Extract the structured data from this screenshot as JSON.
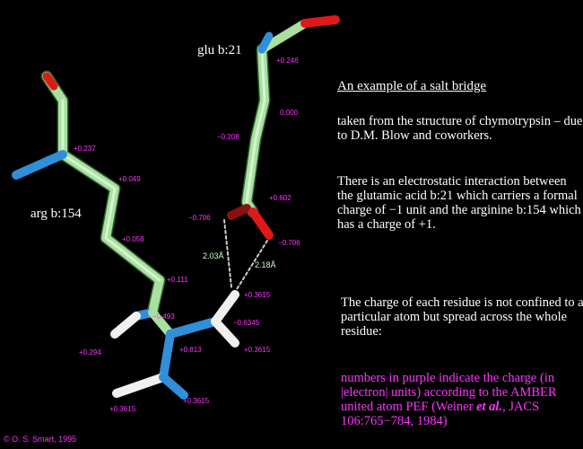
{
  "labels": {
    "glu": "glu b:21",
    "arg": "arg b:154"
  },
  "title": "An example of a salt bridge",
  "paragraphs": {
    "p1": "taken from the structure of chymotrypsin – due to D.M. Blow and coworkers.",
    "p2": "There is an electrostatic interaction between  the glutamic acid b:21 which carriers a formal charge of −1 unit and the arginine b:154 which has a charge of +1.",
    "p3": "The charge of each residue is not confined to a particular atom but spread across the whole residue:",
    "p4_a": "numbers in purple indicate the charge (in |electron| units) according to the AMBER united atom PEF (Weiner ",
    "p4_em": "et al.",
    "p4_b": ", JACS 106:765−784, 1984)"
  },
  "credit": "© O. S. Smart, 1995",
  "charges": {
    "c1": "+0.246",
    "c2": "0.000",
    "c3": "−0.208",
    "c4": "+0.602",
    "c5": "−0.706",
    "c6": "−0.706",
    "c7": "+0.237",
    "c8": "+0.049",
    "c9": "+0.058",
    "c10": "+0.111",
    "c11": "−0.493",
    "c12": "+0.3615",
    "c13": "−0.6345",
    "c14": "+0.294",
    "c15": "+0.813",
    "c16": "+0.3615",
    "c17": "+0.3615",
    "c18": "+0.3615"
  },
  "distances": {
    "d1": "2.03Å",
    "d2": "2.18Å"
  },
  "colors": {
    "carbon": "#a8e0a0",
    "nitrogen": "#2f8fd8",
    "oxygen": "#e01818",
    "hydrogen": "#f0f0f0",
    "charge_text": "#ff33ff",
    "background": "#000000"
  }
}
